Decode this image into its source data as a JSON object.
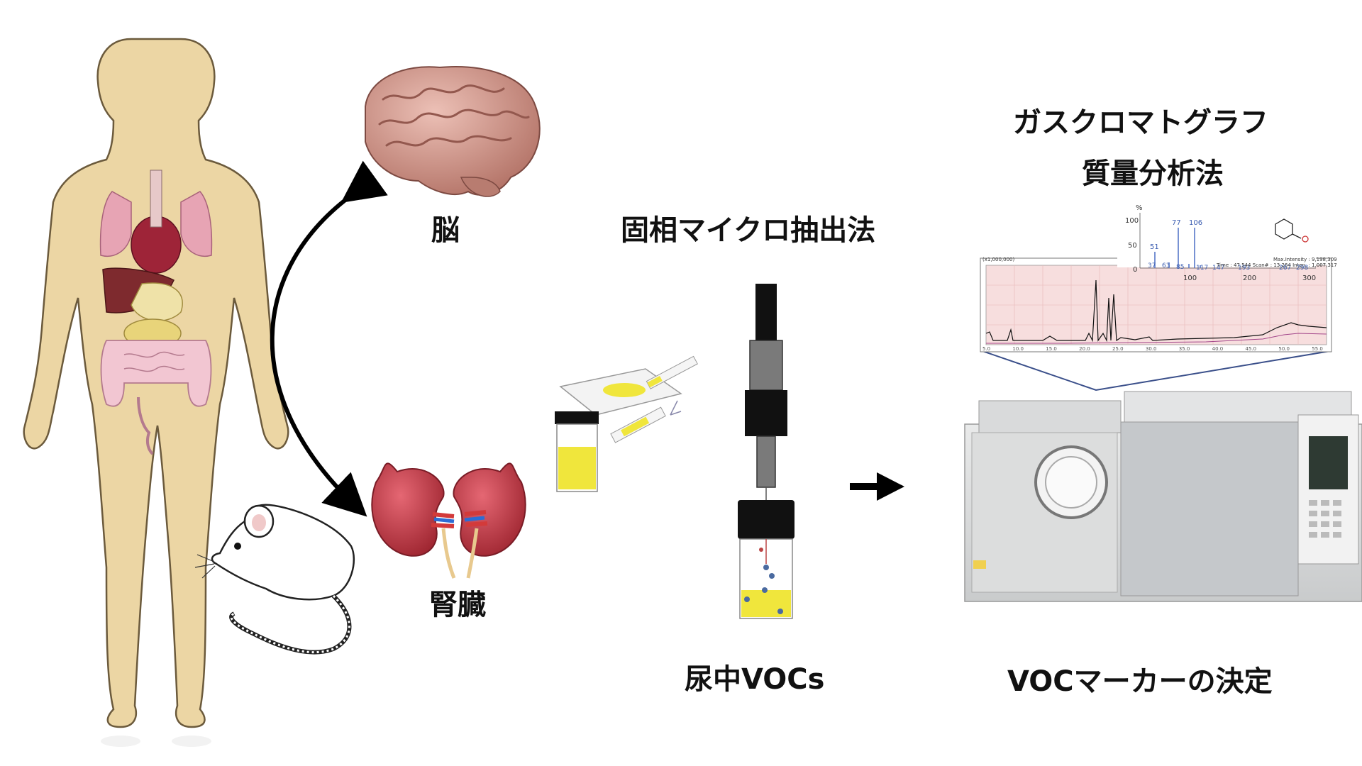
{
  "labels": {
    "brain": "脳",
    "kidney": "腎臓",
    "spme": "固相マイクロ抽出法",
    "gcms_line1": "ガスクロマトグラフ",
    "gcms_line2": "質量分析法",
    "urine_vocs": "尿中VOCs",
    "marker": "VOCマーカーの決定"
  },
  "mass_spectrum": {
    "y_ticks": [
      "%",
      "100",
      "50",
      "0"
    ],
    "peak_labels": [
      "77",
      "106",
      "51",
      "37",
      "63",
      "85",
      "117",
      "147",
      "193",
      "267",
      "298"
    ],
    "x_ticks": [
      "100",
      "200",
      "300"
    ]
  },
  "chromatogram": {
    "header_left": "(x1,000,000)",
    "header_right": "Max.Intensity : 9,198,309",
    "info": "Time : 47.544  Scan# : 13,264  Inten.  : 1,007,317",
    "x_ticks": [
      "5.0",
      "10.0",
      "15.0",
      "20.0",
      "25.0",
      "30.0",
      "35.0",
      "40.0",
      "45.0",
      "50.0",
      "55.0"
    ]
  },
  "colors": {
    "skin": "#ecd6a4",
    "chromatogram_bg": "#f7dede",
    "sample_yellow": "#f0e63c",
    "kidney_red": "#c73b48",
    "brain_pink": "#d9a198"
  }
}
